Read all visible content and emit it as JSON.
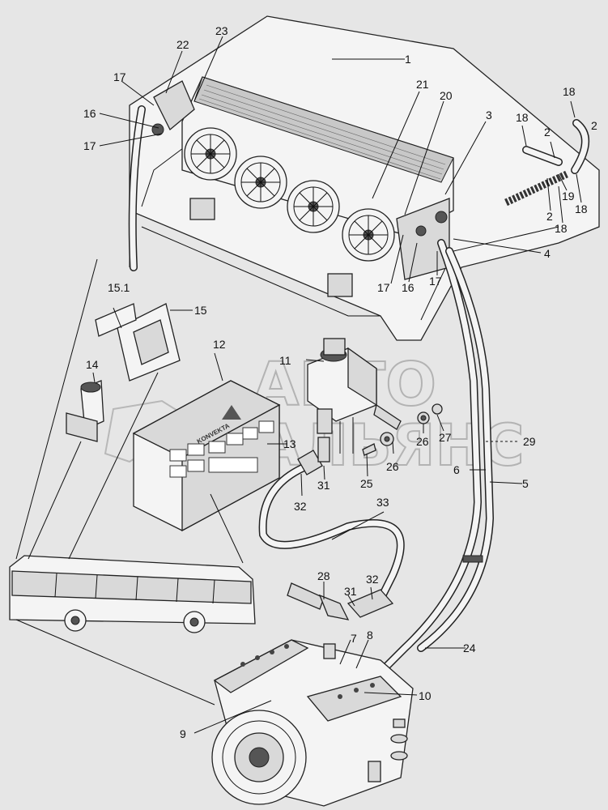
{
  "watermark": {
    "line1": "АВТО",
    "line2": "АЛЬЯНС"
  },
  "callouts": [
    "1",
    "2",
    "3",
    "4",
    "5",
    "6",
    "7",
    "8",
    "9",
    "10",
    "11",
    "12",
    "13",
    "14",
    "15",
    "15.1",
    "16",
    "17",
    "18",
    "19",
    "20",
    "21",
    "22",
    "23",
    "24",
    "25",
    "26",
    "27",
    "28",
    "29",
    "31",
    "32",
    "33"
  ],
  "panel_brand": "KONVEKTA",
  "icons": [
    "radiator-fan-icon",
    "compressor-icon",
    "bus-icon",
    "dryer-icon",
    "control-panel-icon"
  ]
}
